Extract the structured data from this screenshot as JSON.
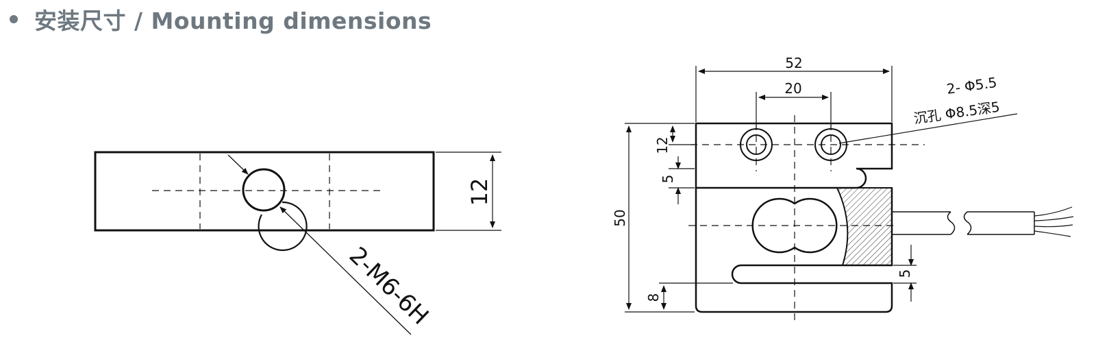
{
  "heading": {
    "title": "安装尺寸 / Mounting dimensions"
  },
  "side_view": {
    "height_label": "12",
    "thread_label": "2-M6-6H"
  },
  "front_view": {
    "overall_width": "52",
    "hole_spacing": "20",
    "overall_height": "50",
    "hole_offset": "12",
    "upper_slot": "5",
    "lower_slot": "5",
    "bottom_offset": "8",
    "hole_note_line1": "2- Φ5.5",
    "hole_note_line2": "沉孔 Φ8.5深5"
  },
  "colors": {
    "heading": "#6e7880",
    "line": "#111111"
  }
}
